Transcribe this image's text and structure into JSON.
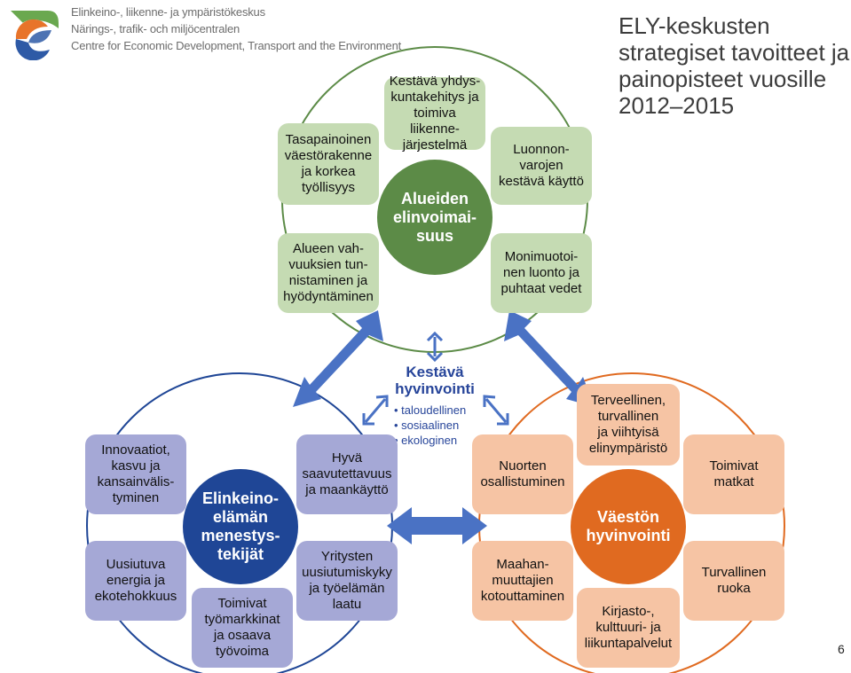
{
  "header": {
    "org_lines": [
      "Elinkeino-, liikenne- ja ympäristökeskus",
      "Närings-, trafik- och miljöcentralen",
      "Centre for Economic Development, Transport and the Environment"
    ]
  },
  "title_lines": [
    "ELY-keskusten",
    "strategiset tavoitteet ja",
    "painopisteet vuosille",
    "2012–2015"
  ],
  "center": {
    "title": "Kestävä\nhyvinvointi",
    "items": [
      "taloudellinen",
      "sosiaalinen",
      "ekologinen"
    ]
  },
  "clusters": {
    "green": {
      "color": "#5c8b47",
      "box_color": "#c5dbb3",
      "center": "Alueiden\nelinvoimai-\nsuus",
      "boxes": [
        "Kestävä yhdys-\nkuntakehitys ja\ntoimiva liikenne-\njärjestelmä",
        "Tasapainoinen\nväestörakenne\nja korkea\ntyöllisyys",
        "Luonnon-\nvarojen\nkestävä käyttö",
        "Alueen vah-\nvuuksien tun-\nnistaminen ja\nhyödyntäminen",
        "Monimuotoi-\nnen luonto ja\npuhtaat vedet"
      ]
    },
    "blue": {
      "color": "#1f4696",
      "box_color": "#a5a8d6",
      "center": "Elinkeino-\nelämän\nmenestys-\ntekijät",
      "boxes": [
        "Innovaatiot,\nkasvu ja\nkansainvälis-\ntyminen",
        "Hyvä\nsaavutettavuus\nja maankäyttö",
        "Uusiutuva\nenergia ja\nekotehokkuus",
        "Yritysten\nuusiutumiskyky\nja työelämän\nlaatu",
        "Toimivat\ntyömarkkinat\nja osaava\ntyövoima"
      ]
    },
    "orange": {
      "color": "#e06a20",
      "box_color": "#f6c4a4",
      "center": "Väestön\nhyvinvointi",
      "boxes": [
        "Terveellinen,\nturvallinen\nja viihtyisä\nelinympäristö",
        "Nuorten\nosallistuminen",
        "Toimivat\nmatkat",
        "Maahan-\nmuuttajien\nkotouttaminen",
        "Turvallinen\nruoka",
        "Kirjasto-,\nkulttuuri- ja\nliikuntapalvelut"
      ]
    }
  },
  "arrow_color": "#4a72c4",
  "page_number": "6"
}
